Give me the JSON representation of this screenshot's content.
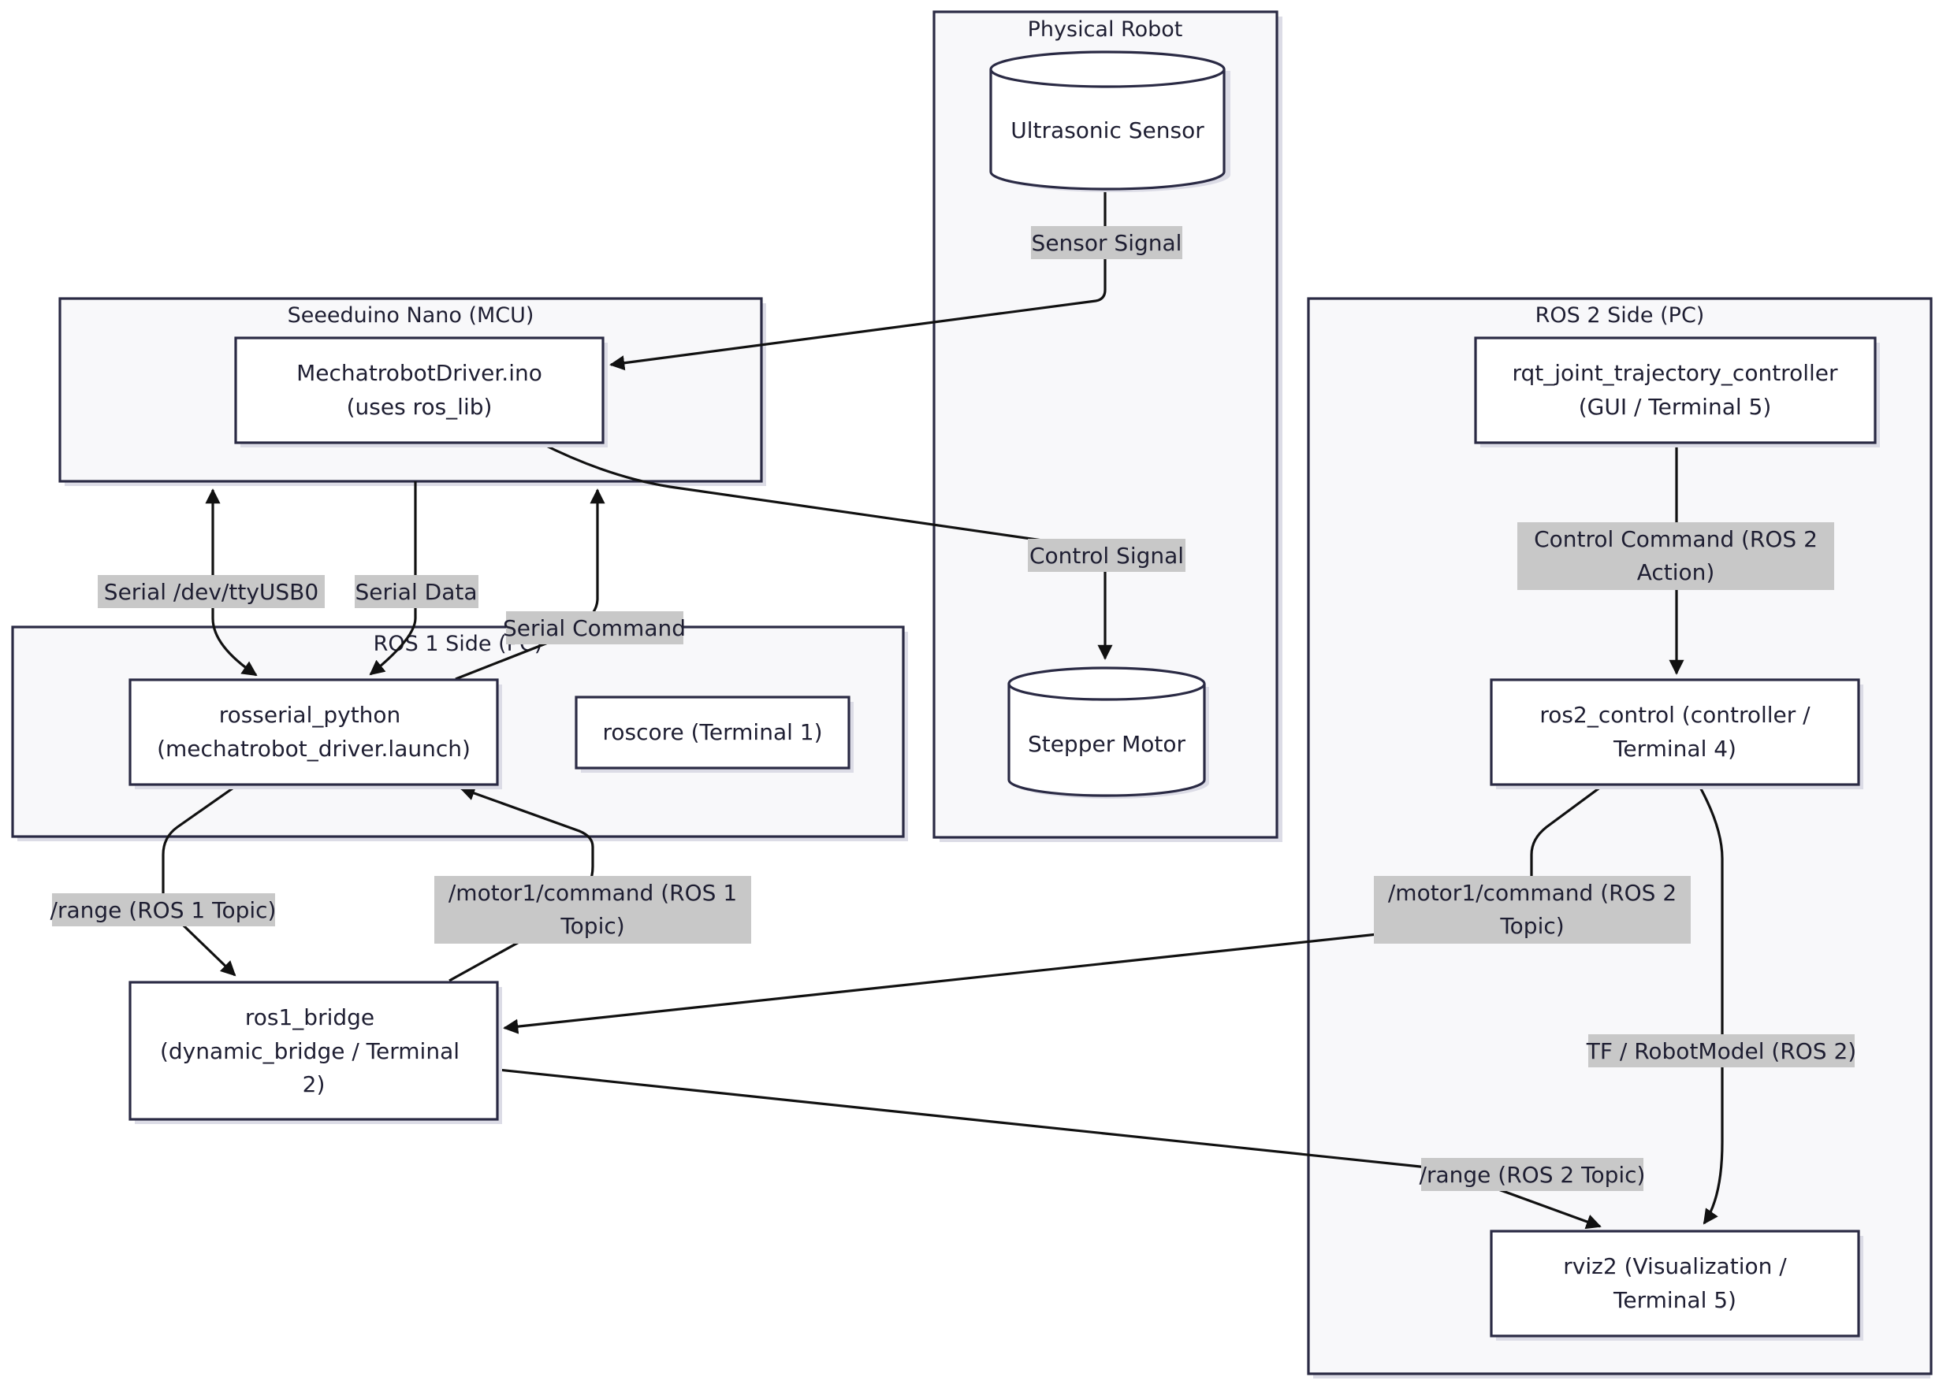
{
  "clusters": {
    "physical_robot": "Physical Robot",
    "mcu": "Seeeduino Nano (MCU)",
    "ros1": "ROS 1 Side (PC)",
    "ros2": "ROS 2 Side (PC)"
  },
  "nodes": {
    "ultrasonic_sensor": "Ultrasonic Sensor",
    "stepper_motor": "Stepper Motor",
    "mechatrobot_driver": [
      "MechatrobotDriver.ino",
      "(uses ros_lib)"
    ],
    "rosserial_python": [
      "rosserial_python",
      "(mechatrobot_driver.launch)"
    ],
    "roscore": "roscore (Terminal 1)",
    "ros1_bridge": [
      "ros1_bridge",
      "(dynamic_bridge / Terminal",
      "2)"
    ],
    "rqt_controller": [
      "rqt_joint_trajectory_controller",
      "(GUI / Terminal 5)"
    ],
    "ros2_control": [
      "ros2_control (controller /",
      "Terminal 4)"
    ],
    "rviz2": [
      "rviz2 (Visualization /",
      "Terminal 5)"
    ]
  },
  "edges": {
    "sensor_signal": "Sensor Signal",
    "control_signal": "Control Signal",
    "serial_tty": "Serial /dev/ttyUSB0",
    "serial_data": "Serial Data",
    "serial_command": "Serial Command",
    "range_ros1": "/range (ROS 1 Topic)",
    "motor_cmd_ros1": [
      "/motor1/command (ROS 1",
      "Topic)"
    ],
    "motor_cmd_ros2": [
      "/motor1/command (ROS 2",
      "Topic)"
    ],
    "range_ros2": "/range (ROS 2 Topic)",
    "control_command": [
      "Control Command (ROS 2",
      "Action)"
    ],
    "tf_robotmodel": "TF / RobotModel (ROS 2)"
  },
  "colors": {
    "cluster_fill": "#f8f8fa",
    "node_fill": "#ffffff",
    "border": "#2a2a44",
    "edge": "#111111",
    "label_bg": "#c8c8c8"
  }
}
